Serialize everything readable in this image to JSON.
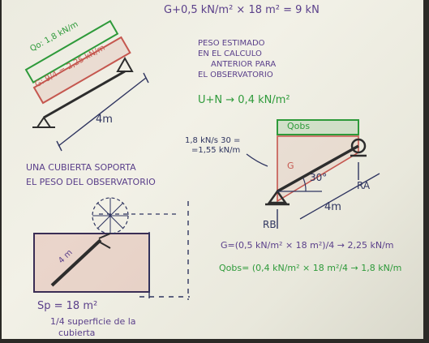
{
  "notes": {
    "load_header": "G+0,5 kN/m² × 18 m² = 9 kN",
    "estimated_note_1": "PESO ESTIMADO",
    "estimated_note_2": "EN EL CALCULO",
    "estimated_note_3": "ANTERIOR PARA",
    "estimated_note_4": "EL OBSERVATORIO",
    "live_load": "U+N → 0,4 kN/m²",
    "left_beam_green": "Qo: 1,8 kN/m",
    "left_beam_red": "G: 9/4 = 2,25 kN/m",
    "left_beam_length": "4m",
    "roof_caption_1": "UNA CUBIERTA SOPORTA",
    "roof_caption_2": "EL PESO DEL OBSERVATORIO",
    "side_note_1": "1,8 kN/s 30 =",
    "side_note_2": "=1,55 kN/m",
    "right_qobs": "Qobs",
    "right_g": "G",
    "right_angle": "30°",
    "right_ra": "RA",
    "right_rb": "RB",
    "right_length": "4m",
    "formula_g": "G=(0,5 kN/m² × 18 m²)/4 → 2,25 kN/m",
    "formula_qobs": "Qobs= (0,4 kN/m² × 18 m²/4 → 1,8 kN/m",
    "sketch_label": "4 m",
    "area_1": "Sp = 18 m²",
    "area_2": "1/4 superficie de la",
    "area_3": "cubierta"
  },
  "colors": {
    "purple": "#5a3f8a",
    "green": "#2e9a3a",
    "red": "#c5574f",
    "dark": "#2f3560"
  }
}
